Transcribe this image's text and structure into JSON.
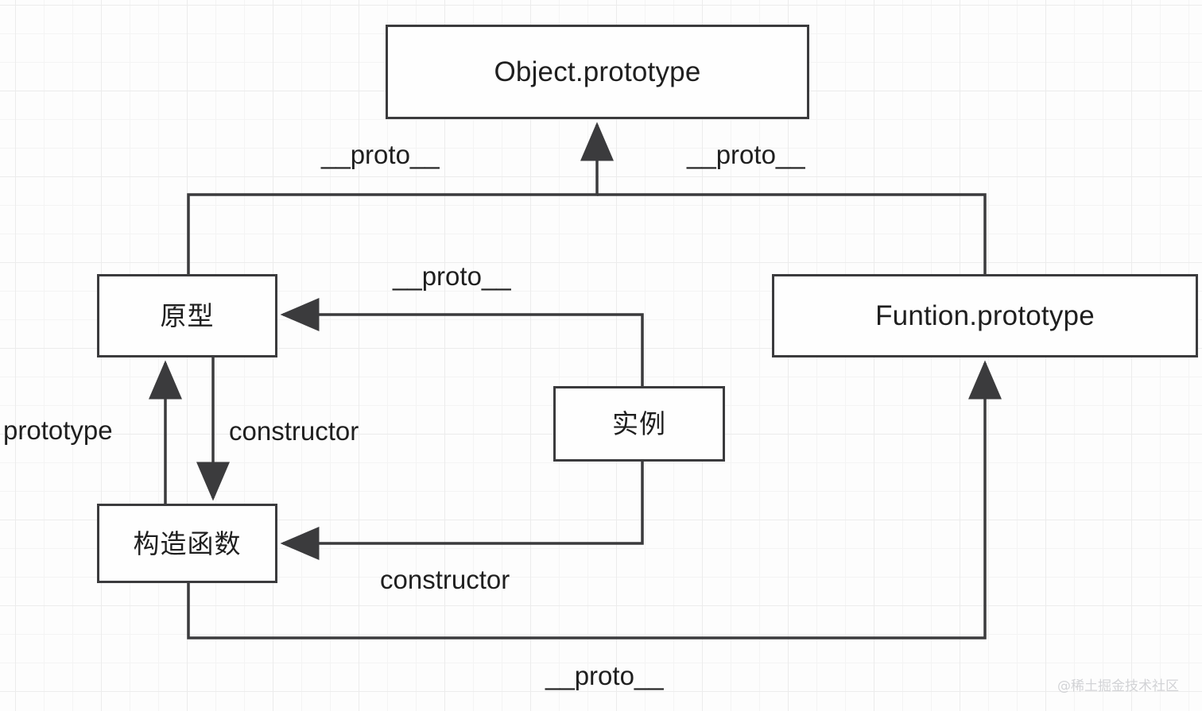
{
  "diagram": {
    "title": "JavaScript prototype chain diagram",
    "style": {
      "background": "#fdfdfd",
      "grid_minor": "#f4f4f4",
      "grid_major": "#ececec",
      "stroke": "#3b3b3d",
      "box_fill": "#fefefe",
      "text": "#1f1f1f",
      "watermark": "#d2d3d6"
    },
    "nodes": [
      {
        "id": "object-prototype",
        "label": "Object.prototype",
        "script": "latin"
      },
      {
        "id": "prototype",
        "label": "原型",
        "script": "cjk"
      },
      {
        "id": "function-prototype",
        "label": "Funtion.prototype",
        "script": "latin"
      },
      {
        "id": "instance",
        "label": "实例",
        "script": "cjk"
      },
      {
        "id": "constructor",
        "label": "构造函数",
        "script": "cjk"
      }
    ],
    "edge_labels": [
      {
        "id": "proto-left",
        "text": "__proto__",
        "from": "prototype",
        "to": "object-prototype"
      },
      {
        "id": "proto-right",
        "text": "__proto__",
        "from": "function-prototype",
        "to": "object-prototype"
      },
      {
        "id": "proto-middle",
        "text": "__proto__",
        "from": "instance",
        "to": "prototype"
      },
      {
        "id": "prototype",
        "text": "prototype",
        "from": "constructor",
        "to": "prototype"
      },
      {
        "id": "constructor-v",
        "text": "constructor",
        "from": "prototype",
        "to": "constructor"
      },
      {
        "id": "constructor-h",
        "text": "constructor",
        "from": "instance",
        "to": "constructor"
      },
      {
        "id": "proto-bottom",
        "text": "__proto__",
        "from": "constructor",
        "to": "function-prototype"
      }
    ],
    "watermark": "@稀土掘金技术社区"
  }
}
